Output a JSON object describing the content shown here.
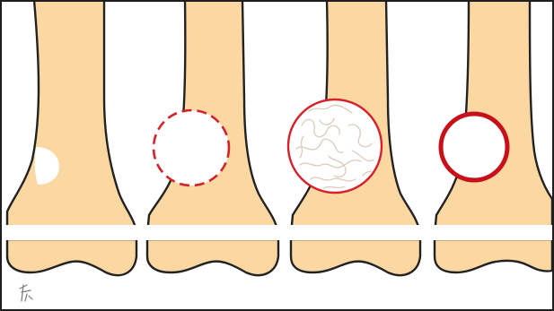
{
  "diagram": {
    "panels": [
      {
        "name": "bone-1",
        "lesion": "punched-out",
        "lesion_color": "#ffffff"
      },
      {
        "name": "bone-2",
        "lesion": "dashed-margin",
        "lesion_color": "#d6202a"
      },
      {
        "name": "bone-3",
        "lesion": "thin-sclerotic-rim",
        "lesion_color": "#d6202a"
      },
      {
        "name": "bone-4",
        "lesion": "thick-sclerotic-rim",
        "lesion_color": "#c8101b"
      }
    ],
    "colors": {
      "bone": "#fbd7a2",
      "outline": "#222222",
      "lesion_red": "#d6202a",
      "background": "#ffffff"
    },
    "signature_icon": "handwritten-mark-icon"
  }
}
